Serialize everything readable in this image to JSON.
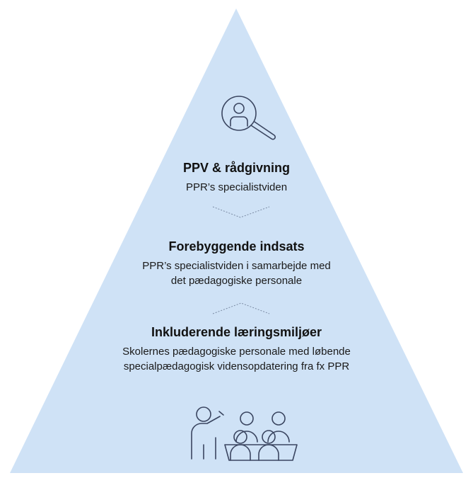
{
  "pyramid": {
    "fill_color": "#cfe2f6",
    "icon_color": "#3a4560",
    "connector_color": "#7a8aa3",
    "tiers": [
      {
        "title": "PPV & rådgivning",
        "lines": [
          "PPR’s specialistviden"
        ],
        "icon": "person-search-icon"
      },
      {
        "title": "Forebyggende indsats",
        "lines": [
          "PPR’s specialistviden i samarbejde med",
          "det pædagogiske personale"
        ]
      },
      {
        "title": "Inkluderende læringsmiljøer",
        "lines": [
          "Skolernes pædagogiske personale med løbende",
          "specialpædagogisk vidensopdatering fra fx PPR"
        ],
        "icon": "classroom-teacher-students-icon"
      }
    ],
    "connectors": [
      "chevron-down-icon",
      "chevron-up-icon"
    ]
  }
}
